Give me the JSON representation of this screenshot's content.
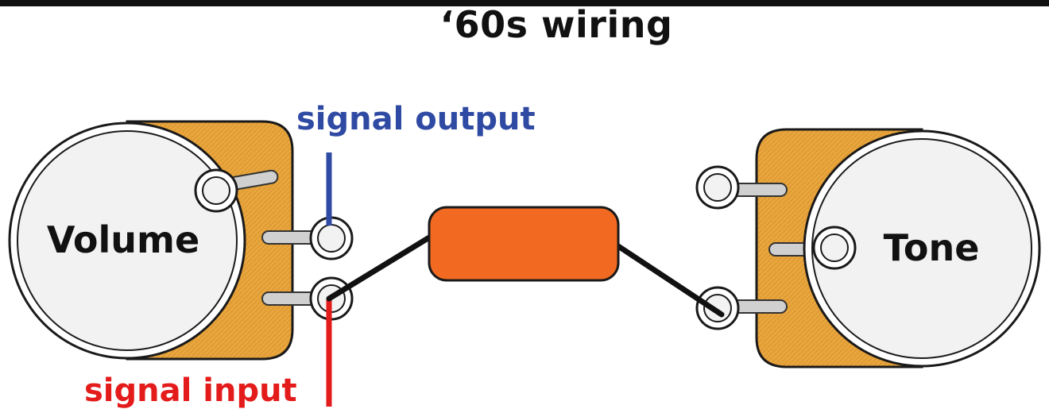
{
  "title": "‘60s wiring",
  "labels": {
    "signal_output": "signal output",
    "signal_input": "signal input",
    "volume": "Volume",
    "tone": "Tone"
  },
  "colors": {
    "signal_output": "#2f4aa3",
    "signal_input": "#e41b1b",
    "capacitor": "#f26a22",
    "pot_body": "#e9a63d",
    "pot_face": "#f1f1f1",
    "wire": "#111111"
  }
}
